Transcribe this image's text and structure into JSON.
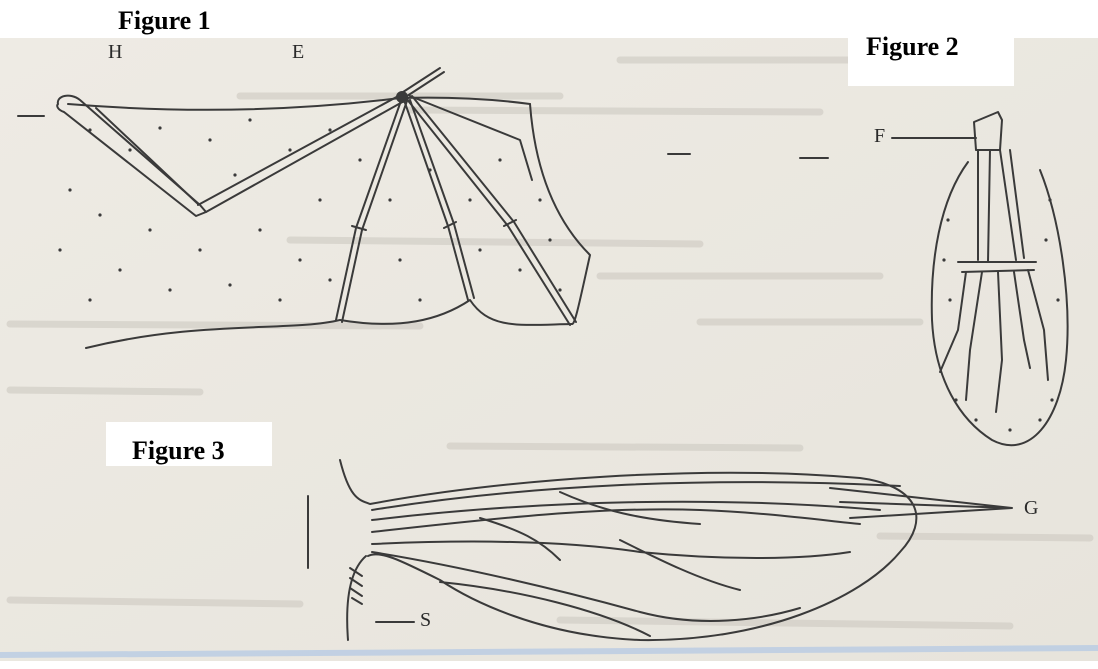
{
  "figures": {
    "figure1": {
      "title": "Figure 1"
    },
    "figure2": {
      "title": "Figure 2"
    },
    "figure3": {
      "title": "Figure 3"
    }
  },
  "labels": {
    "h": "H",
    "e": "E",
    "f": "F",
    "g": "G",
    "s": "S"
  },
  "colors": {
    "paper": "#ece9e2",
    "ink": "#3a3a3a"
  }
}
